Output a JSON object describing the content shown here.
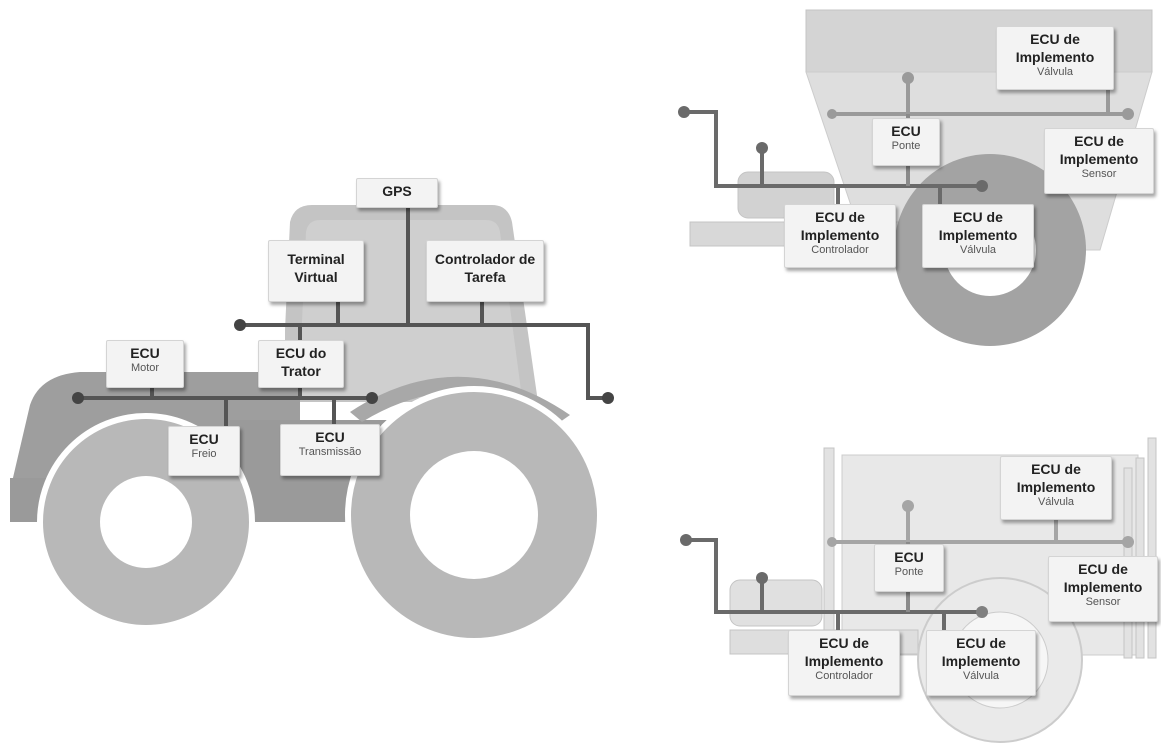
{
  "tractor": {
    "gps": {
      "title": "GPS"
    },
    "terminal": {
      "title": "Terminal Virtual"
    },
    "task_controller": {
      "title": "Controlador de Tarefa"
    },
    "ecu_motor": {
      "title": "ECU",
      "sub": "Motor"
    },
    "ecu_tractor": {
      "title": "ECU do Trator"
    },
    "ecu_brake": {
      "title": "ECU",
      "sub": "Freio"
    },
    "ecu_transmission": {
      "title": "ECU",
      "sub": "Transmissão"
    }
  },
  "implement_top": {
    "ecu_valve_top": {
      "title": "ECU de Implemento",
      "sub": "Válvula"
    },
    "ecu_bridge": {
      "title": "ECU",
      "sub": "Ponte"
    },
    "ecu_sensor": {
      "title": "ECU de Implemento",
      "sub": "Sensor"
    },
    "ecu_controller": {
      "title": "ECU de Implemento",
      "sub": "Controlador"
    },
    "ecu_valve_bottom": {
      "title": "ECU de Implemento",
      "sub": "Válvula"
    }
  },
  "implement_bottom": {
    "ecu_valve_top": {
      "title": "ECU de Implemento",
      "sub": "Válvula"
    },
    "ecu_bridge": {
      "title": "ECU",
      "sub": "Ponte"
    },
    "ecu_sensor": {
      "title": "ECU de Implemento",
      "sub": "Sensor"
    },
    "ecu_controller": {
      "title": "ECU de Implemento",
      "sub": "Controlador"
    },
    "ecu_valve_bottom": {
      "title": "ECU de Implemento",
      "sub": "Válvula"
    }
  }
}
